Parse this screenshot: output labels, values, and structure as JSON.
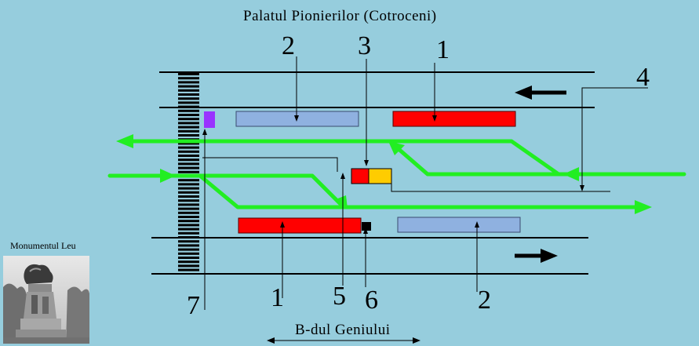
{
  "title": "Palatul  Pionierilor  (Cotroceni)",
  "bottom_label": "B-dul  Geniului",
  "monument_label": "Monumentul Leu",
  "callouts": [
    "2",
    "3",
    "1",
    "4",
    "7",
    "1",
    "5",
    "6",
    "2"
  ],
  "colors": {
    "background": "#96cddd",
    "track_green": "#22ee22",
    "vehicle_red": "#ff0000",
    "vehicle_blue": "#8fb1e0",
    "signal_yellow": "#ffcc00",
    "signal_purple": "#9933ff",
    "line_black": "#000000"
  }
}
